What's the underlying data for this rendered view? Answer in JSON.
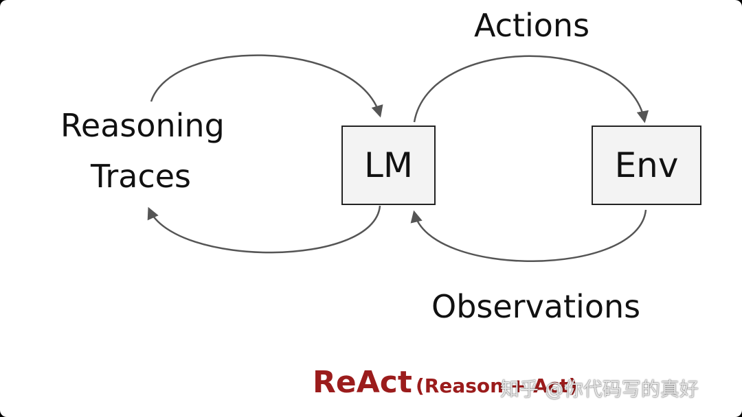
{
  "labels": {
    "actions": "Actions",
    "reasoning_line1": "Reasoning",
    "reasoning_line2": "Traces",
    "observations": "Observations"
  },
  "nodes": {
    "lm": "LM",
    "env": "Env"
  },
  "footer": {
    "title": "ReAct",
    "subtitle": "(Reason + Act)",
    "watermark": "知乎 @你代码写的真好"
  },
  "colors": {
    "arrow": "#555555",
    "box_fill": "#f3f3f3",
    "box_border": "#222222",
    "footer_accent": "#9b1c1c"
  }
}
